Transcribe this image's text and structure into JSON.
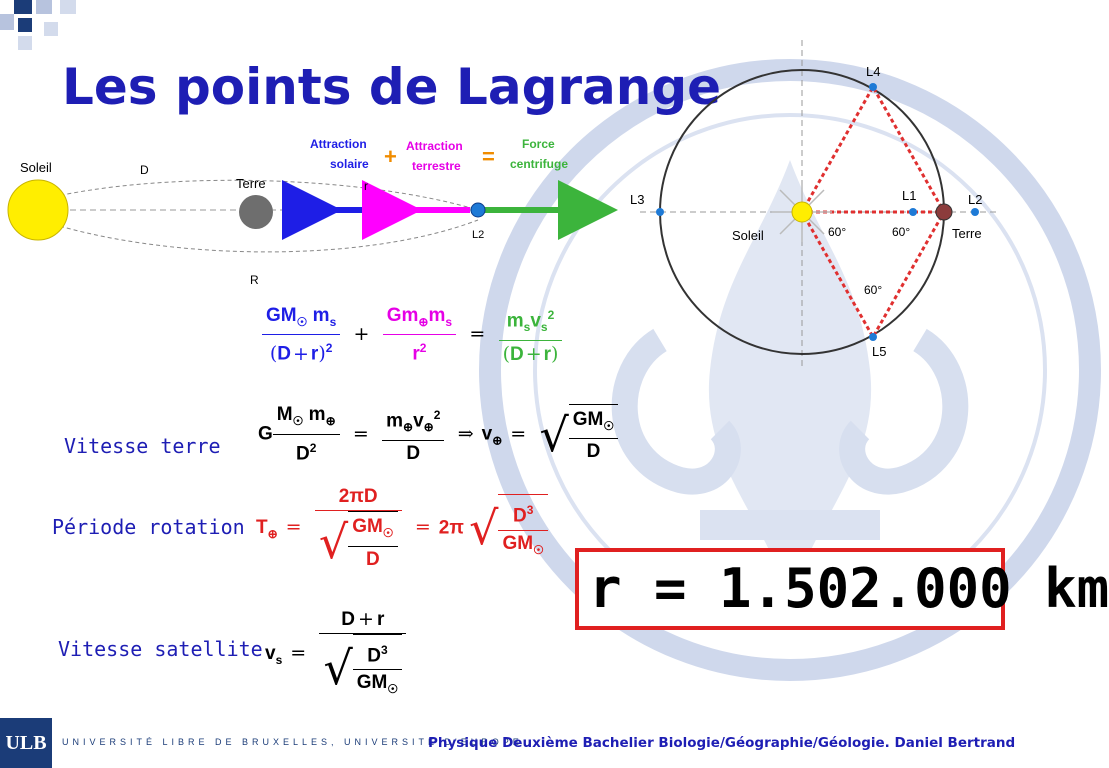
{
  "slide": {
    "title": "Les points de Lagrange"
  },
  "diagram": {
    "sun_label": "Soleil",
    "earth_label": "Terre",
    "d_label": "D",
    "r_label": "r",
    "big_r_label": "R",
    "l2_small_label": "L2",
    "attraction_solaire_1": "Attraction",
    "attraction_solaire_2": "solaire",
    "plus_sign": "+",
    "attraction_terrestre_1": "Attraction",
    "attraction_terrestre_2": "terrestre",
    "equals_sign": "=",
    "force_centrifuge_1": "Force",
    "force_centrifuge_2": "centrifuge"
  },
  "orbit_diagram": {
    "l1": "L1",
    "l2": "L2",
    "l3": "L3",
    "l4": "L4",
    "l5": "L5",
    "soleil": "Soleil",
    "terre": "Terre",
    "angle_1": "60°",
    "angle_2": "60°",
    "angle_3": "60°"
  },
  "equations": {
    "vitesse_terre_label": "Vitesse terre",
    "periode_rotation_label": "Période rotation",
    "vitesse_satellite_label": "Vitesse satellite"
  },
  "result": {
    "text": "r = 1.502.000 km"
  },
  "footer": {
    "logo": "ULB",
    "university": "UNIVERSITÉ LIBRE DE BRUXELLES, UNIVERSITÉ D'EUROPE",
    "course": "Physique Deuxième Bachelier Biologie/Géographie/Géologie. Daniel Bertrand"
  },
  "colors": {
    "title_blue": "#1e1eb4",
    "solar_arrow": "#1e1ee6",
    "earth_arrow": "#ff00ff",
    "centrifugal_arrow": "#3cb43c",
    "result_border": "#e02020",
    "triangle_red": "#e03030"
  }
}
